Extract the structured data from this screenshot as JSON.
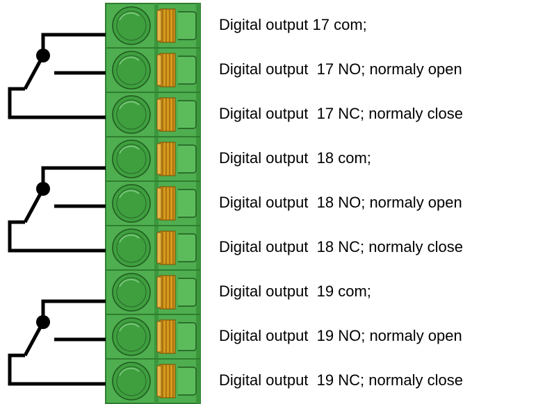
{
  "colors": {
    "block_green": "#4fae4f",
    "block_dark_green": "#2f7d2f",
    "screw_green": "#3f9f3f",
    "contact_orange": "#d89a1e",
    "wire_black": "#000000"
  },
  "terminals": [
    {
      "label": "Digital output 17 com;",
      "role": "com"
    },
    {
      "label": "Digital output  17 NO; normaly open",
      "role": "no"
    },
    {
      "label": "Digital output  17 NC; normaly close",
      "role": "nc"
    },
    {
      "label": "Digital output  18 com;",
      "role": "com"
    },
    {
      "label": "Digital output  18 NO; normaly open",
      "role": "no"
    },
    {
      "label": "Digital output  18 NC; normaly close",
      "role": "nc"
    },
    {
      "label": "Digital output  19 com;",
      "role": "com"
    },
    {
      "label": "Digital output  19 NO; normaly open",
      "role": "no"
    },
    {
      "label": "Digital output  19 NC; normaly close",
      "role": "nc"
    }
  ],
  "relays": [
    {
      "output": 17,
      "terminals": [
        "com",
        "NO",
        "NC"
      ]
    },
    {
      "output": 18,
      "terminals": [
        "com",
        "NO",
        "NC"
      ]
    },
    {
      "output": 19,
      "terminals": [
        "com",
        "NO",
        "NC"
      ]
    }
  ]
}
